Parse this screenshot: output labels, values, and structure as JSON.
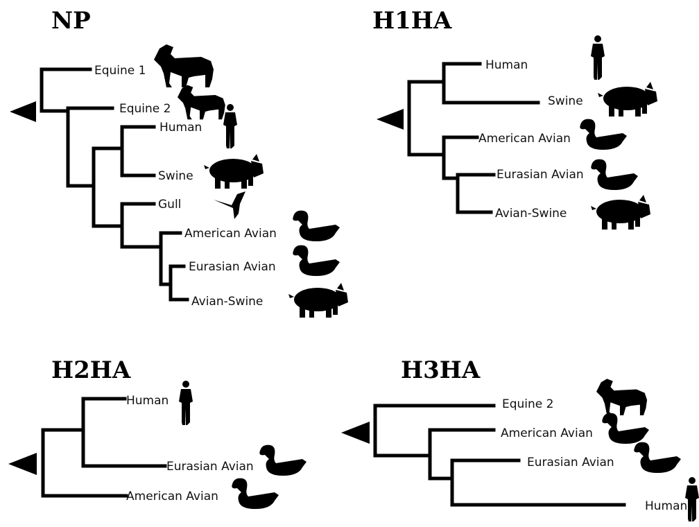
{
  "panels": [
    {
      "title": "NP",
      "labels": [
        "Equine 1",
        "Equine 2",
        "Human",
        "Swine",
        "Gull",
        "American Avian",
        "Eurasian Avian",
        "Avian-Swine"
      ]
    },
    {
      "title": "H1HA",
      "labels": [
        "Human",
        "Swine",
        "American Avian",
        "Eurasian Avian",
        "Avian-Swine"
      ]
    },
    {
      "title": "H2HA",
      "labels": [
        "Human",
        "Eurasian Avian",
        "American Avian"
      ]
    },
    {
      "title": "H3HA",
      "labels": [
        "Equine 2",
        "American Avian",
        "Eurasian Avian",
        "Human"
      ]
    }
  ],
  "icons": [
    "horse-icon",
    "human-icon",
    "pig-icon",
    "duck-icon",
    "gull-icon"
  ]
}
